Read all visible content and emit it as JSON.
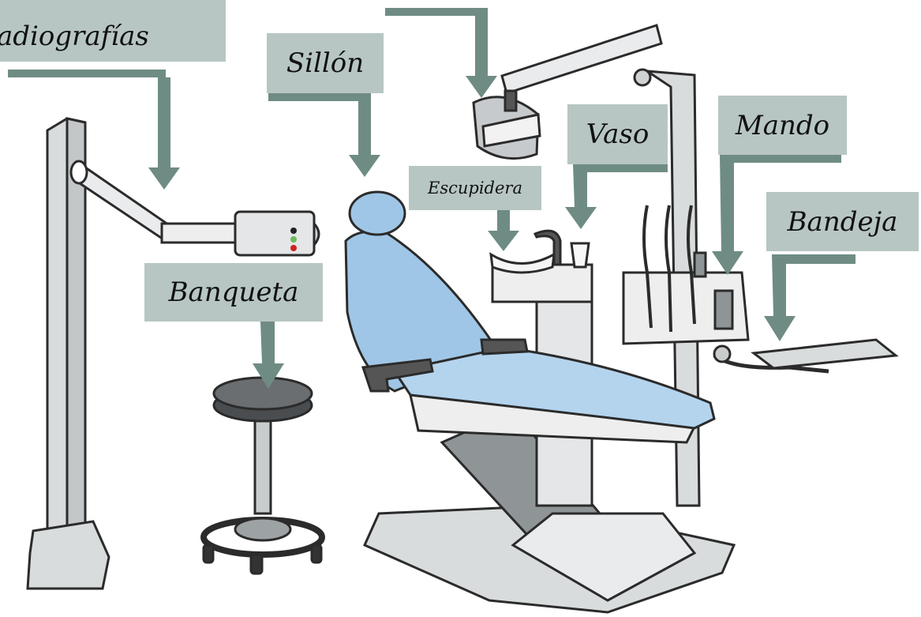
{
  "labels": {
    "xray": "adiografías",
    "chair": "Sillón",
    "spittoon": "Escupidera",
    "cup": "Vaso",
    "control": "Mando",
    "tray": "Bandeja",
    "stool": "Banqueta"
  },
  "colors": {
    "label_bg": "#b7c6c3",
    "arrow": "#6f8c84",
    "chair_blue": "#9fc6e6",
    "equipment_gray": "#d9dcdd",
    "outline": "#2b2b2b"
  }
}
